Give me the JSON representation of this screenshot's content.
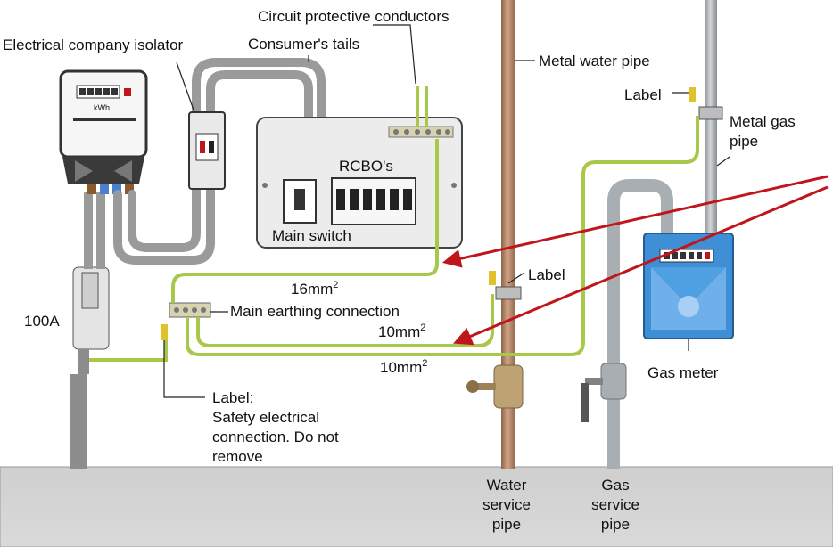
{
  "labels": {
    "cpc": "Circuit protective conductors",
    "consumers_tails": "Consumer's tails",
    "isolator": "Electrical company isolator",
    "metal_water_pipe": "Metal water pipe",
    "label_top": "Label",
    "metal_gas_pipe_l1": "Metal gas",
    "metal_gas_pipe_l2": "pipe",
    "rcbos": "RCBO's",
    "main_switch": "Main switch",
    "label_water": "Label",
    "size_16": "16mm",
    "size_10_upper": "10mm",
    "size_10_lower": "10mm",
    "superscript": "2",
    "main_earthing": "Main earthing connection",
    "fuse_100a": "100A",
    "safety_l1": "Label:",
    "safety_l2": "Safety electrical",
    "safety_l3": "connection. Do not",
    "safety_l4": "remove",
    "gas_meter": "Gas meter",
    "water_service_l1": "Water",
    "water_service_l2": "service",
    "water_service_l3": "pipe",
    "gas_service_l1": "Gas",
    "gas_service_l2": "service",
    "gas_service_l3": "pipe",
    "kwh": "kWh"
  },
  "colors": {
    "earth_wire": "#a8c84a",
    "cable_grey": "#9a9a9a",
    "copper_pipe": "#b98b6e",
    "gas_pipe": "#a9aeb2",
    "floor": "#d4d4d4",
    "gas_meter": "#3f8fd6",
    "arrow": "#c0161b"
  }
}
